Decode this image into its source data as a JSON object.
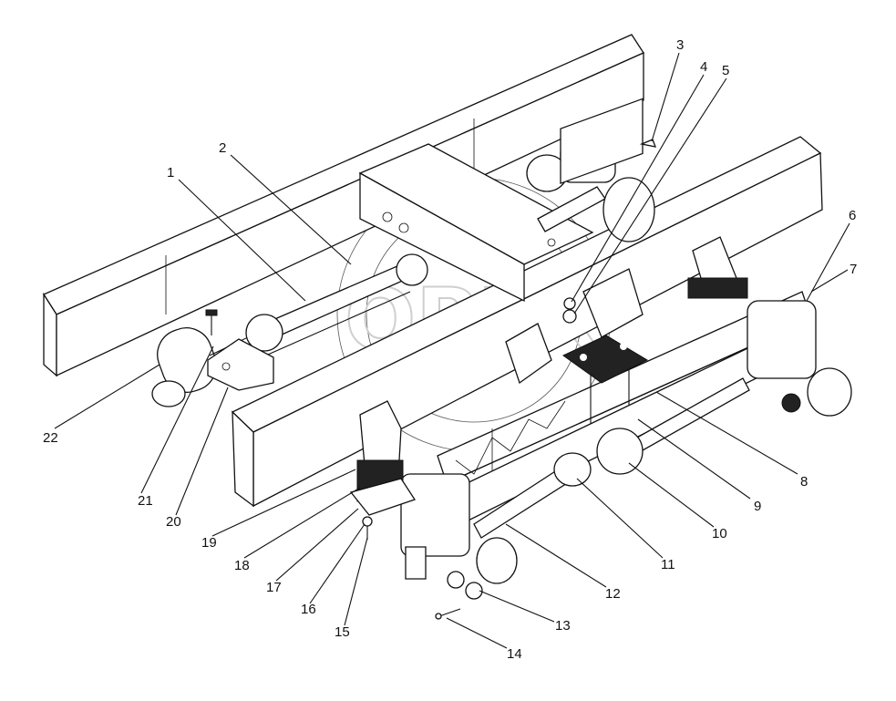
{
  "watermark": "OPEX",
  "callouts": [
    "1",
    "2",
    "3",
    "4",
    "5",
    "6",
    "7",
    "8",
    "9",
    "10",
    "11",
    "12",
    "13",
    "14",
    "15",
    "16",
    "17",
    "18",
    "19",
    "20",
    "21",
    "22"
  ]
}
